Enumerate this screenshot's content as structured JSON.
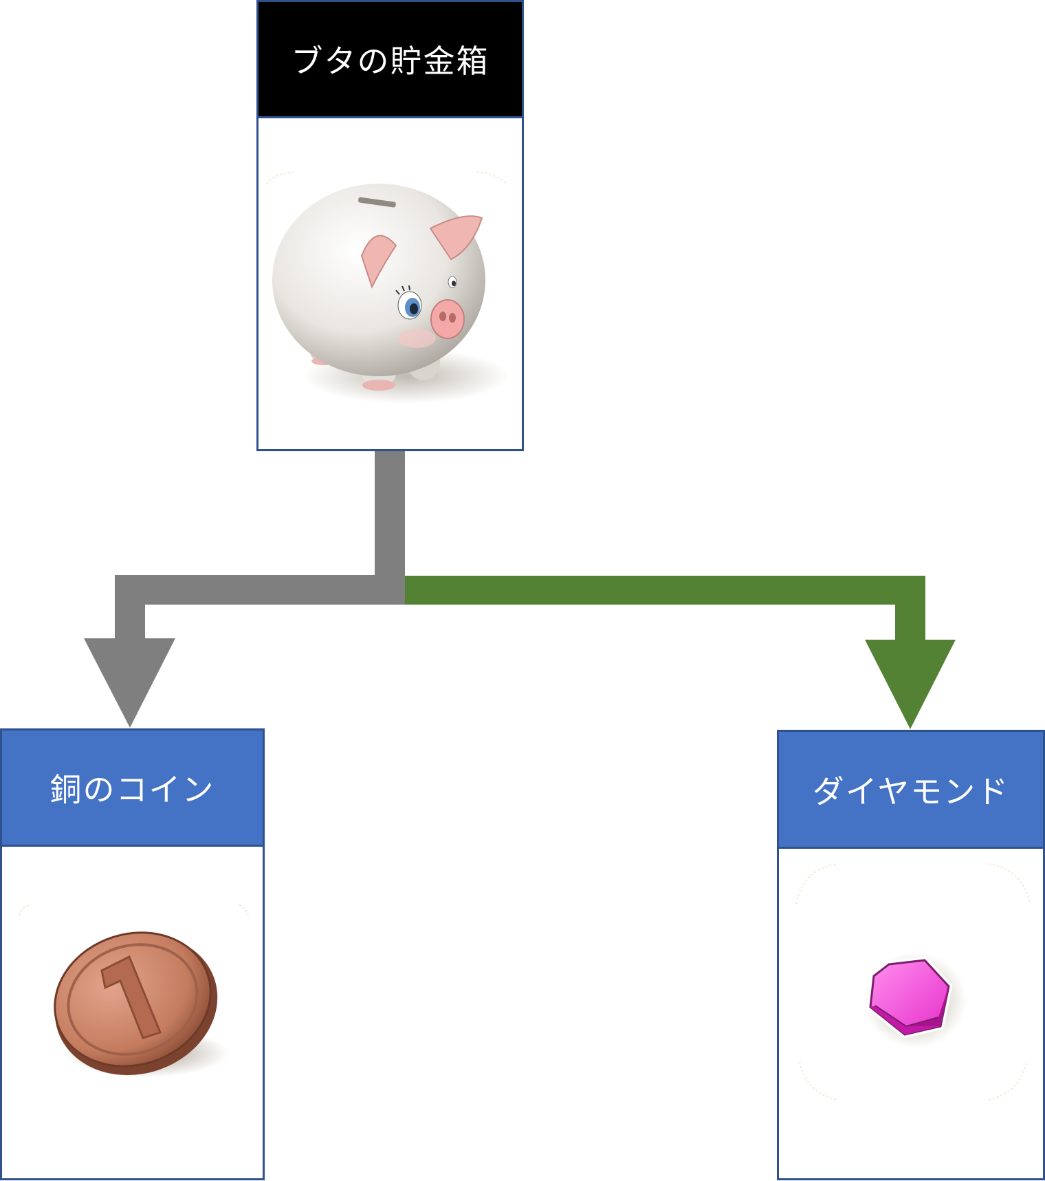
{
  "nodes": {
    "root": {
      "title": "ブタの貯金箱",
      "header_color": "#000000",
      "icon": "piggy-bank-icon"
    },
    "left": {
      "title": "銅のコイン",
      "header_color": "#4472c4",
      "icon": "copper-coin-icon"
    },
    "right": {
      "title": "ダイヤモンド",
      "header_color": "#4472c4",
      "icon": "diamond-gem-icon"
    }
  },
  "connectors": {
    "left_color": "#7f7f7f",
    "right_color": "#548235"
  }
}
